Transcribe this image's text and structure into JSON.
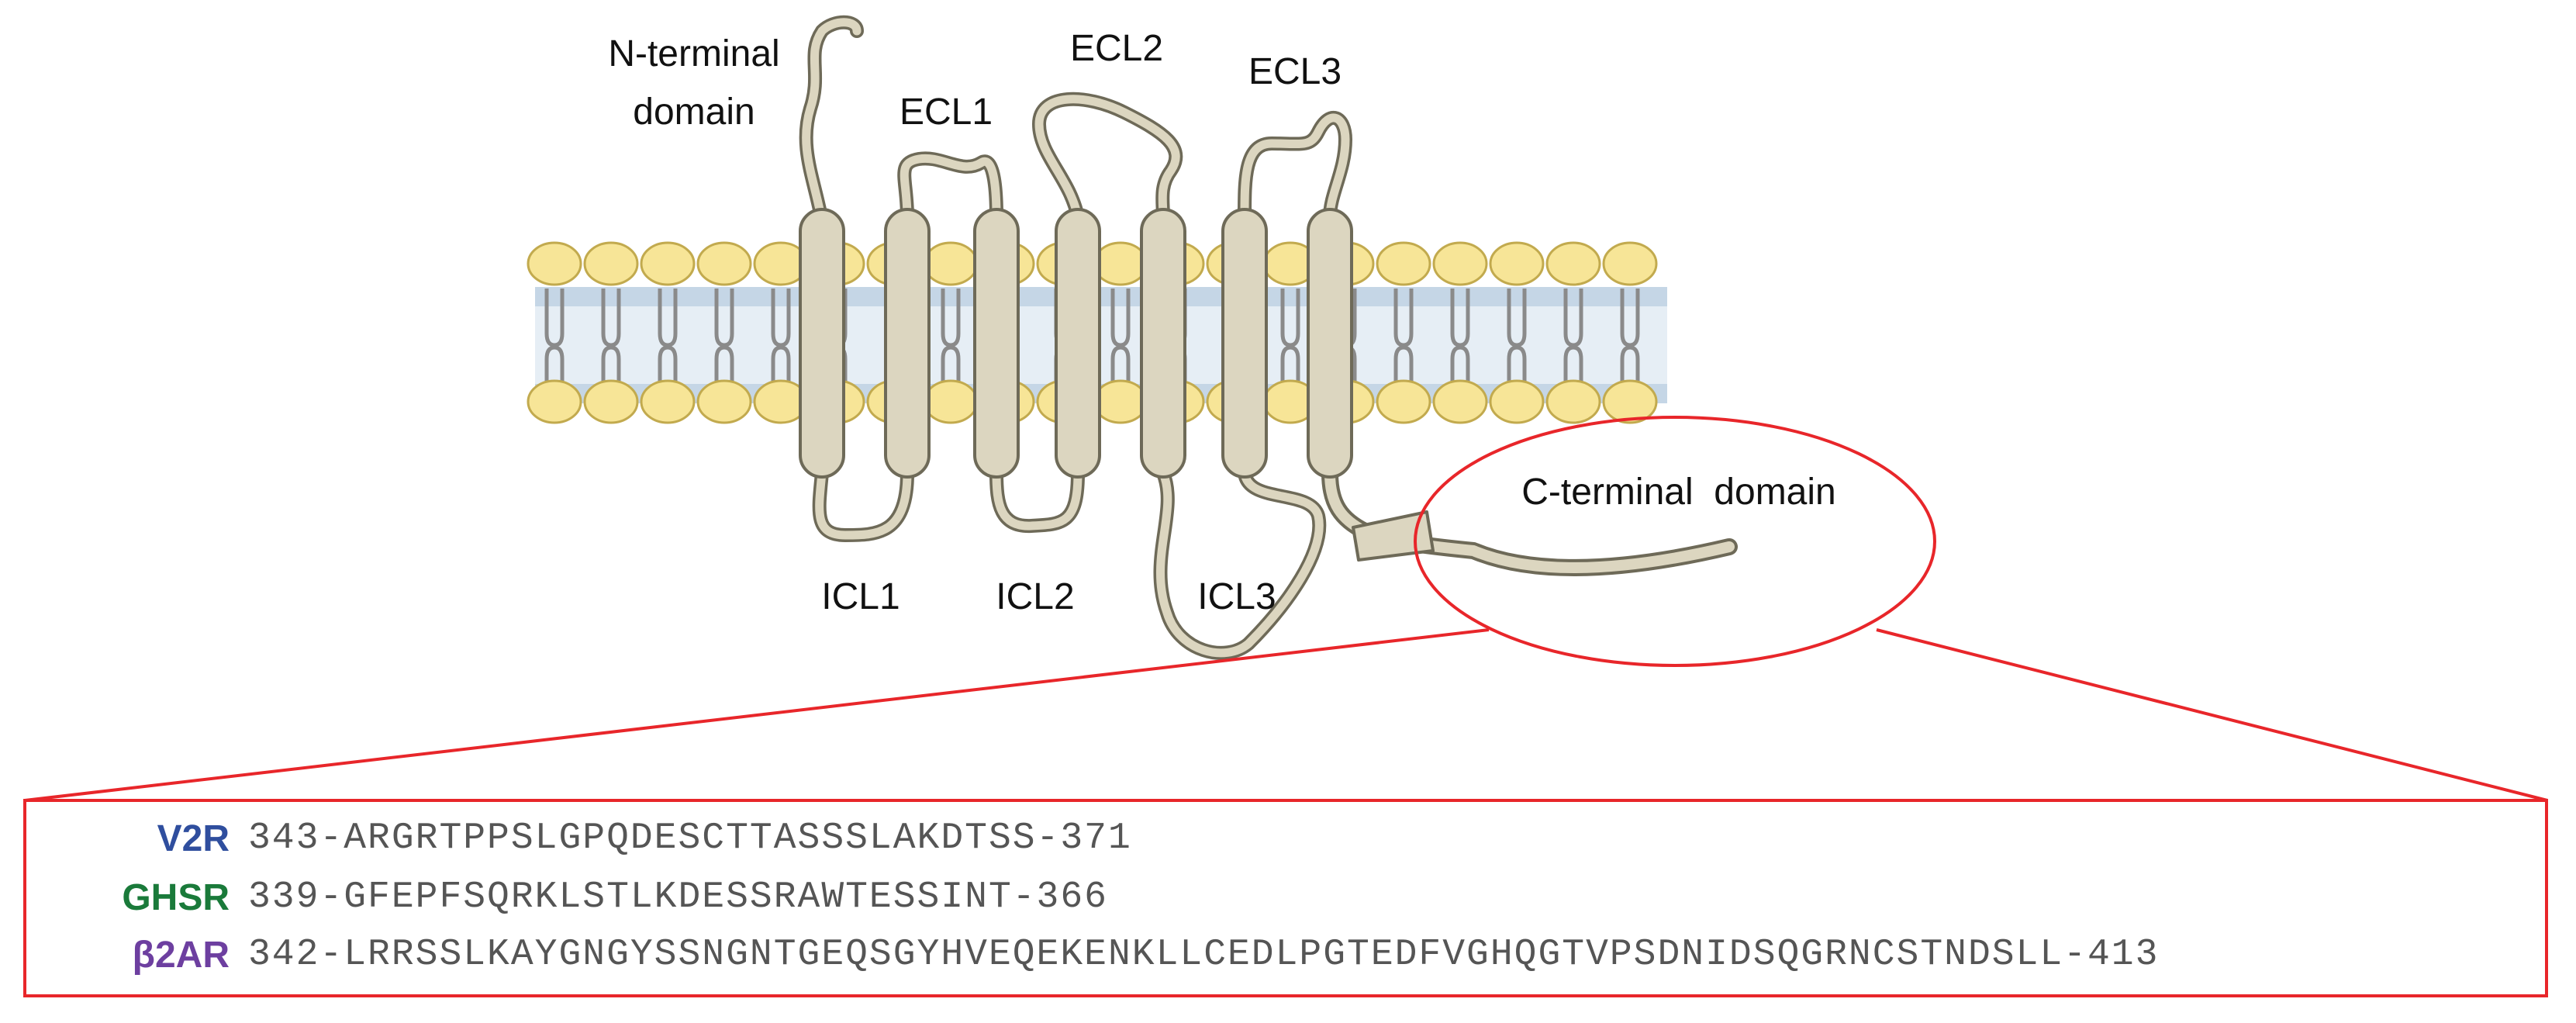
{
  "labels": {
    "n_terminal_line1": "N-terminal",
    "n_terminal_line2": "domain",
    "ecl1": "ECL1",
    "ecl2": "ECL2",
    "ecl3": "ECL3",
    "icl1": "ICL1",
    "icl2": "ICL2",
    "icl3": "ICL3",
    "c_terminal": "C-terminal  domain"
  },
  "colors": {
    "receptor_fill": "#dcd6c0",
    "receptor_stroke": "#6e6a58",
    "lipid_head": "#f7e597",
    "lipid_head_stroke": "#c2aa4e",
    "membrane_band": "#c5d6e6",
    "membrane_core": "#e6eef5",
    "zoom_red": "#e8262a"
  },
  "sequences": [
    {
      "name": "V2R",
      "color": "#2f4e9e",
      "sequence": "343-ARGRTPPSLGPQDESCTTASSSLAKDTSS-371"
    },
    {
      "name": "GHSR",
      "color": "#1a7a3a",
      "sequence": "339-GFEPFSQRKLSTLKDESSRAWTESSINT-366"
    },
    {
      "name": "β2AR",
      "color": "#6d3fa0",
      "sequence": "342-LRRSSLKAYGNGYSSNGNTGEQSGYHVEQEKENKLLCEDLPGTEDFVGHQGTVPSDNIDSQGRNCSTNDSLL-413"
    }
  ]
}
